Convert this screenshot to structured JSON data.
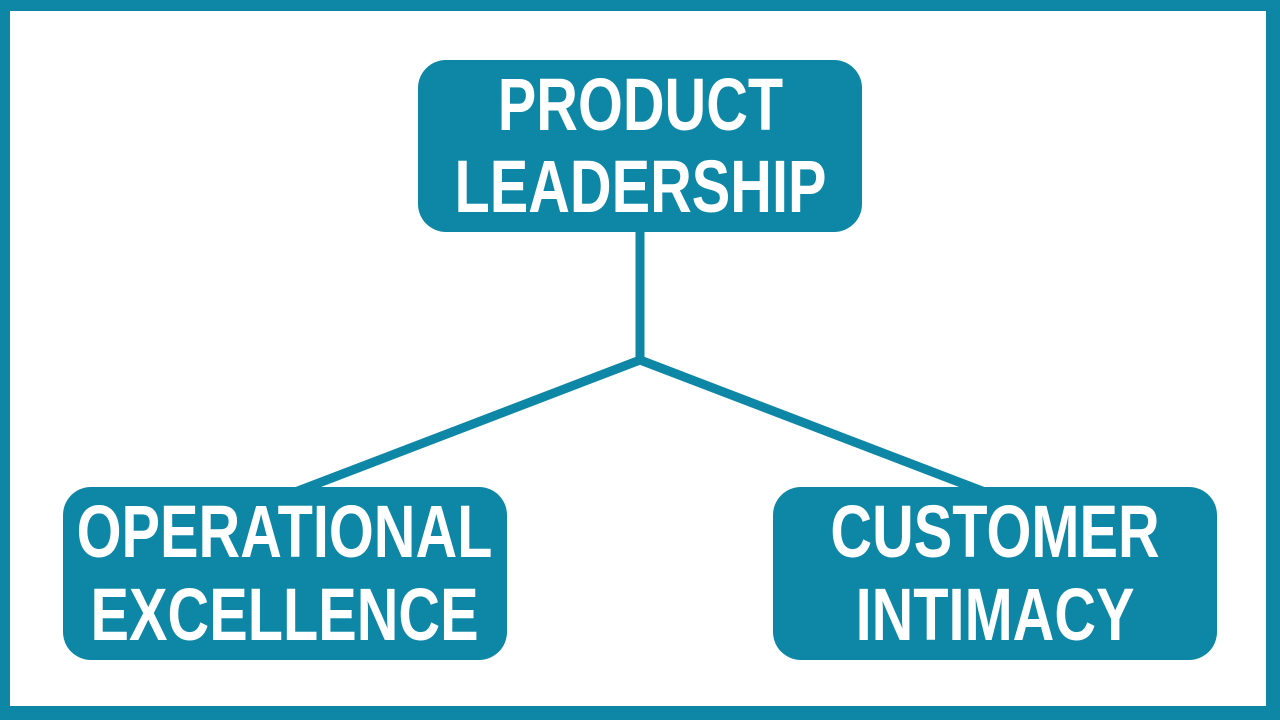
{
  "colors": {
    "accent": "#0d87a5",
    "background": "#ffffff",
    "text": "#ffffff"
  },
  "diagram": {
    "type": "tree",
    "nodes": [
      {
        "id": "product-leadership",
        "role": "root",
        "label": "PRODUCT\nLEADERSHIP"
      },
      {
        "id": "operational-excellence",
        "role": "child",
        "label": "OPERATIONAL\nEXCELLENCE"
      },
      {
        "id": "customer-intimacy",
        "role": "child",
        "label": "CUSTOMER\nINTIMACY"
      }
    ],
    "edges": [
      {
        "from": "product-leadership",
        "to": "operational-excellence"
      },
      {
        "from": "product-leadership",
        "to": "customer-intimacy"
      }
    ]
  }
}
